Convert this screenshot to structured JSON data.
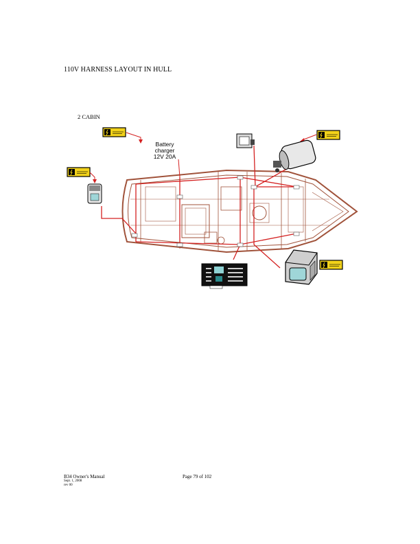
{
  "page": {
    "title": "110V HARNESS LAYOUT IN HULL",
    "subtitle": "2 CABIN"
  },
  "diagram": {
    "charger_part_ref": "",
    "charger_label_line1": "Battery",
    "charger_label_line2": "charger",
    "charger_label_line3": "12V 20A",
    "outlet_part_ref": "",
    "panel_part_ref": "",
    "heater_label_line1": "",
    "heater_label_line2": "",
    "connectors": []
  },
  "footer": {
    "manual": "B34 Owner's Manual",
    "date": "Sept. 1, 2008",
    "revision": "rev 00",
    "page": "Page 79 of 102"
  },
  "colors": {
    "wire": "#d42020",
    "hull_outline": "#a0523a",
    "warning_label_bg": "#f2d21a"
  }
}
